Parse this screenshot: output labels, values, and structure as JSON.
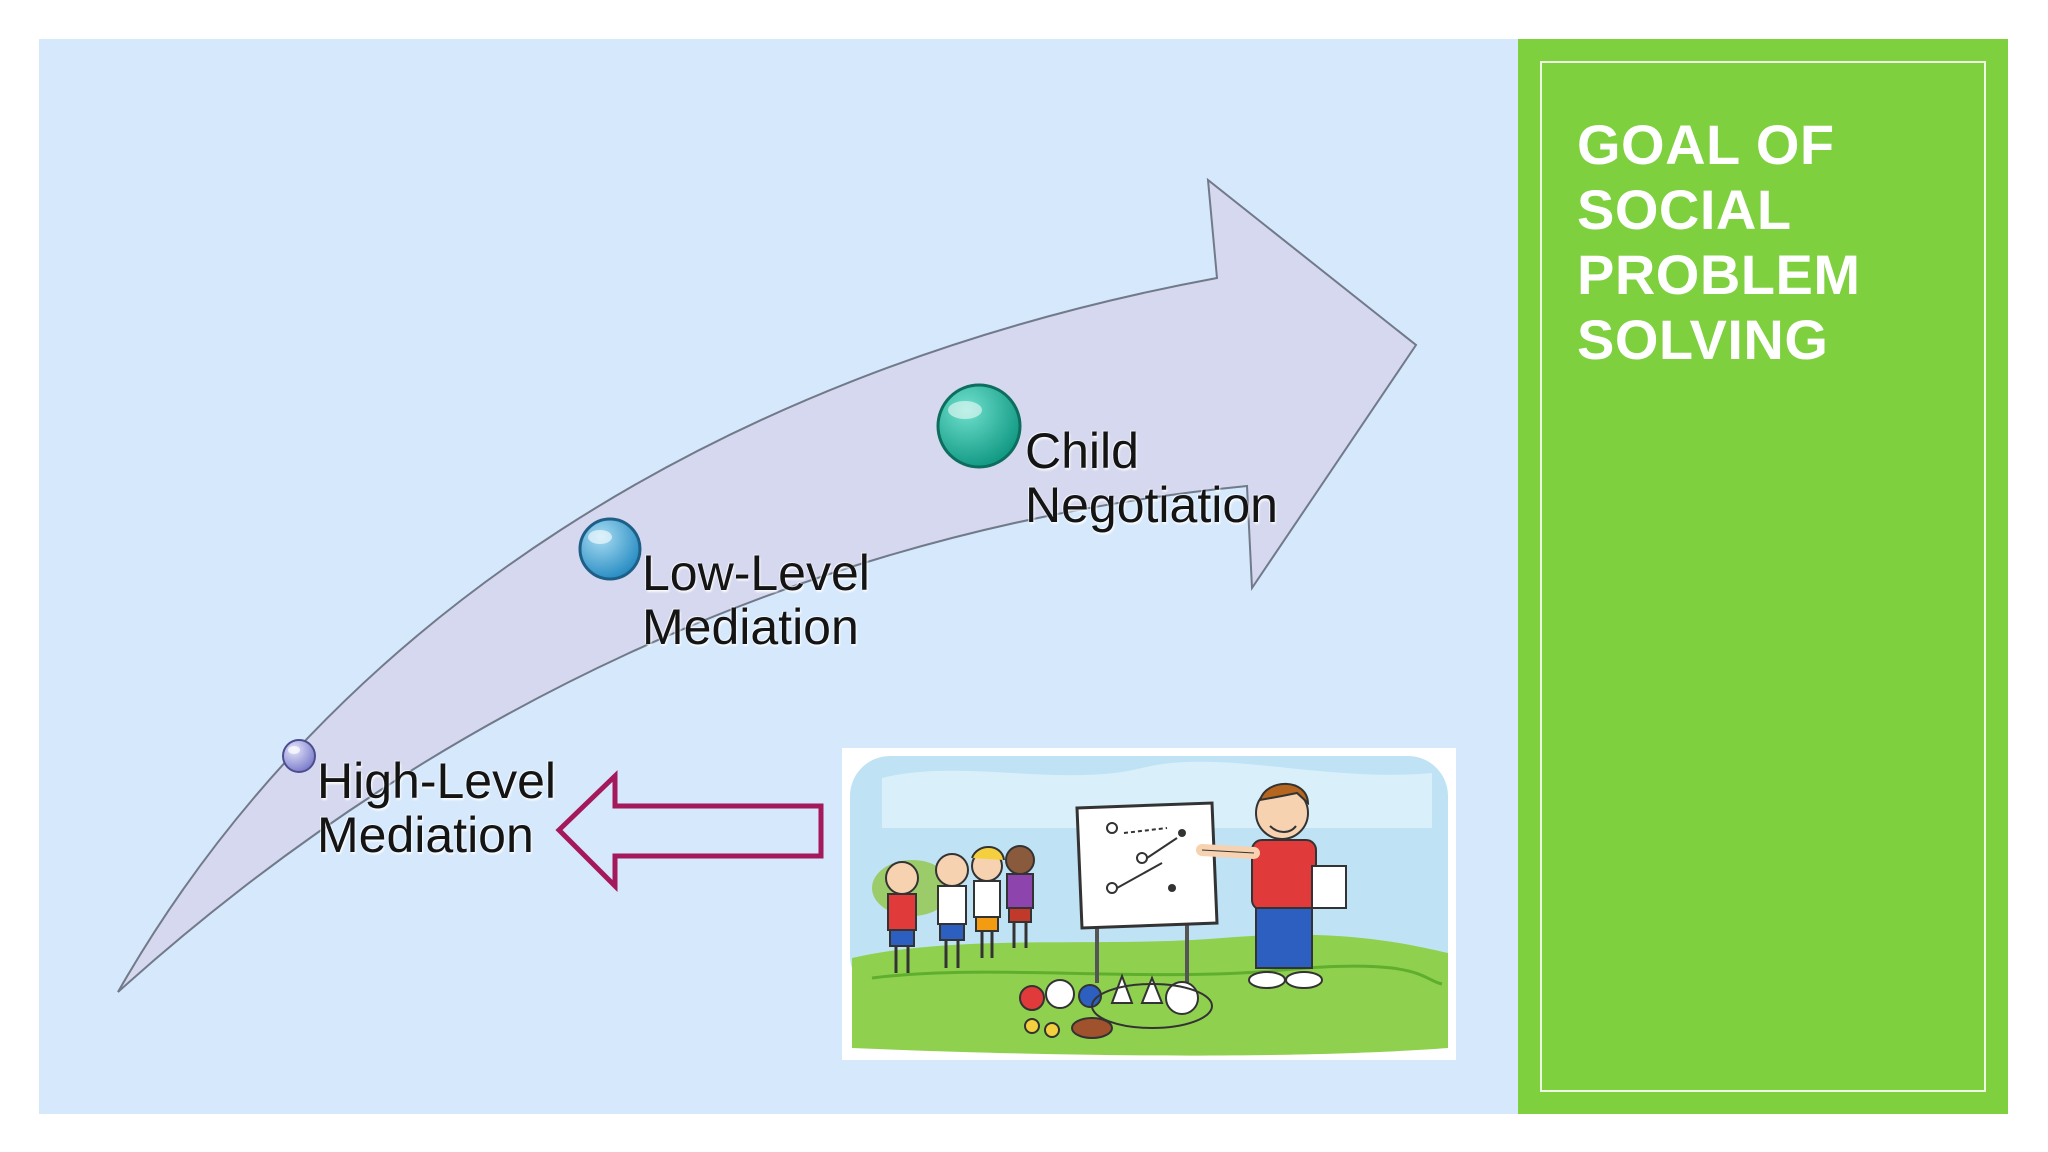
{
  "sidebar": {
    "title_lines": [
      "GOAL OF",
      "SOCIAL",
      "PROBLEM",
      "SOLVING"
    ]
  },
  "diagram": {
    "steps": [
      {
        "line1": "High-Level",
        "line2": "Mediation"
      },
      {
        "line1": "Low-Level",
        "line2": "Mediation"
      },
      {
        "line1": "Child",
        "line2": "Negotiation"
      }
    ]
  },
  "colors": {
    "slide_background": "#d6e8fb",
    "panel_green": "#7ed03f",
    "arrow_fill": "#d5d8ee",
    "pointer_outline": "#a3195b",
    "dot_high": "#8e8fd6",
    "dot_low": "#41a6d8",
    "dot_child": "#1fb6a0"
  },
  "icons": [
    "curved-arrow",
    "pointer-arrow",
    "coach-cartoon"
  ]
}
